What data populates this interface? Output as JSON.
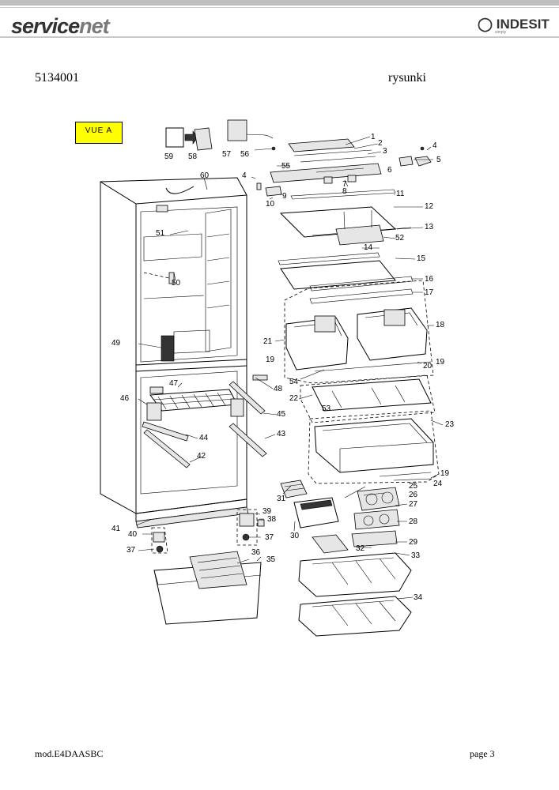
{
  "header": {
    "brand_left_main": "service",
    "brand_left_accent": "net",
    "brand_right": "INDESIT",
    "brand_right_sub": "simply"
  },
  "document": {
    "code": "5134001",
    "caption": "rysunki",
    "view_label": "VUE A"
  },
  "callouts": [
    "1",
    "2",
    "3",
    "4",
    "4",
    "5",
    "6",
    "7",
    "8",
    "9",
    "10",
    "11",
    "12",
    "13",
    "14",
    "15",
    "16",
    "17",
    "18",
    "19",
    "19",
    "19",
    "20",
    "21",
    "22",
    "23",
    "24",
    "25",
    "26",
    "27",
    "28",
    "29",
    "30",
    "31",
    "32",
    "33",
    "34",
    "35",
    "36",
    "37",
    "37",
    "38",
    "39",
    "40",
    "41",
    "42",
    "43",
    "44",
    "45",
    "46",
    "47",
    "48",
    "49",
    "50",
    "51",
    "52",
    "53",
    "54",
    "55",
    "56",
    "57",
    "58",
    "59",
    "60"
  ],
  "footer": {
    "model": "mod.E4DAASBC",
    "page": "page 3"
  },
  "colors": {
    "view_label_bg": "#ffff00",
    "header_rule": "#bdbdbd"
  }
}
